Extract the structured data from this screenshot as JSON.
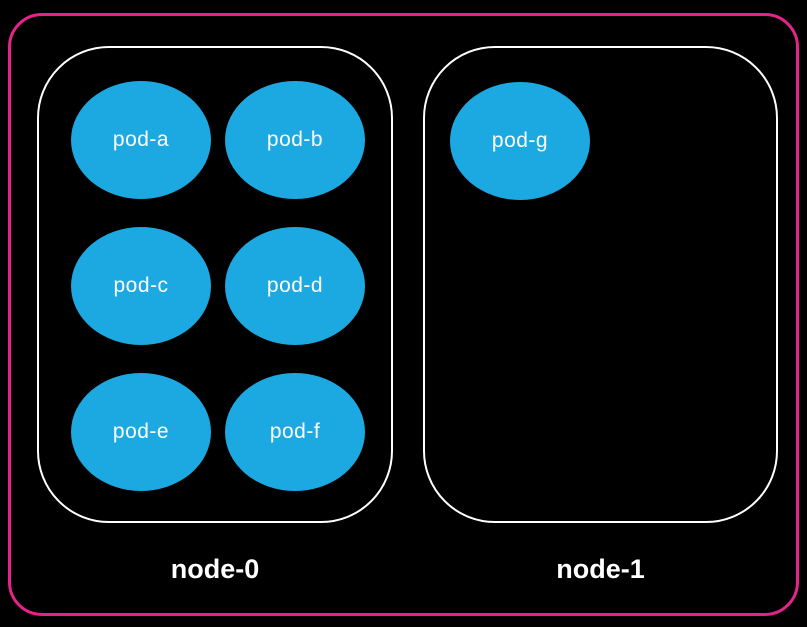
{
  "colors": {
    "canvas_bg": "#000000",
    "outer_border": "#e5238a",
    "node_border": "#ffffff",
    "pod_fill": "#1ca9e1",
    "pod_text": "#ffffff",
    "label_text": "#ffffff"
  },
  "nodes": [
    {
      "label": "node-0",
      "pods": [
        {
          "name": "pod-a"
        },
        {
          "name": "pod-b"
        },
        {
          "name": "pod-c"
        },
        {
          "name": "pod-d"
        },
        {
          "name": "pod-e"
        },
        {
          "name": "pod-f"
        }
      ]
    },
    {
      "label": "node-1",
      "pods": [
        {
          "name": "pod-g"
        }
      ]
    }
  ]
}
